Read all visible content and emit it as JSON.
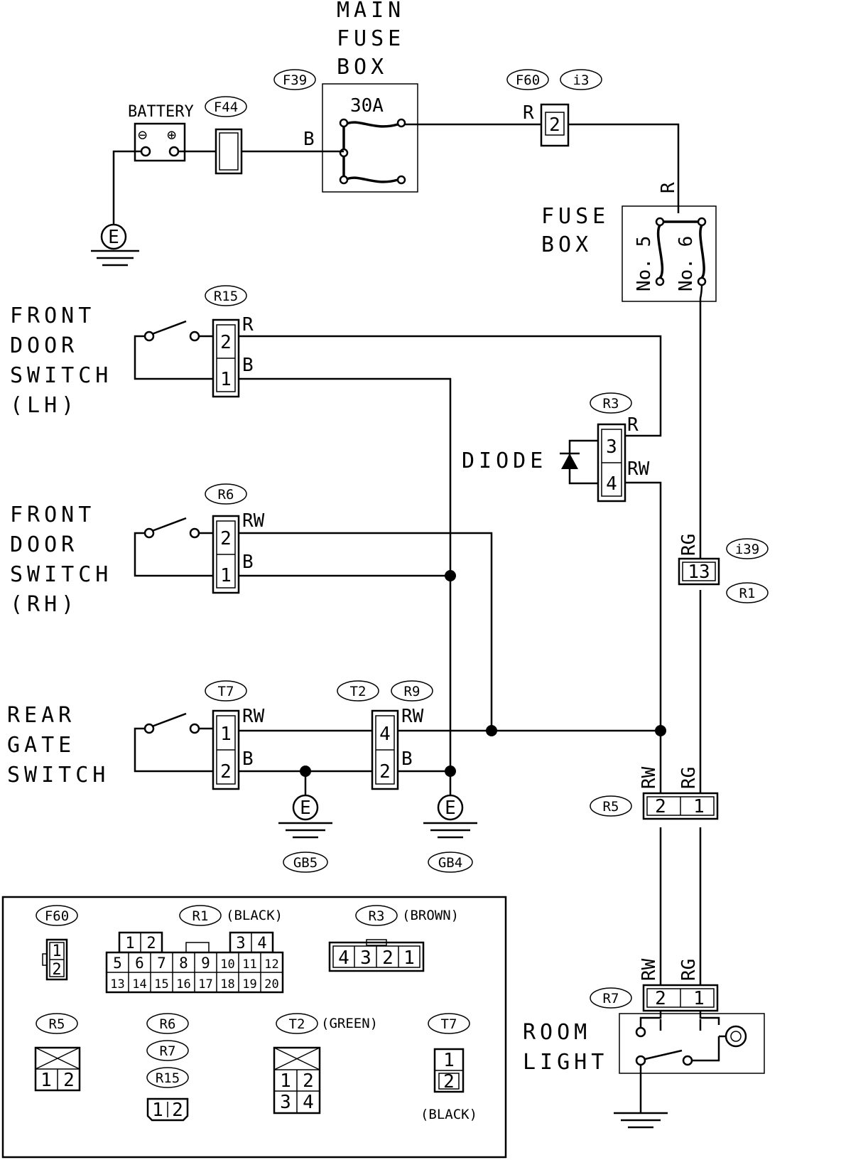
{
  "main_fuse_box": {
    "line1": "MAIN",
    "line2": "FUSE",
    "line3": "BOX",
    "rating": "30A",
    "connector": "F39"
  },
  "battery": {
    "label": "BATTERY",
    "minus": "⊖",
    "plus": "⊕",
    "connector": "F44"
  },
  "fuse_box": {
    "line1": "FUSE",
    "line2": "BOX",
    "fuse_a": "No. 5",
    "fuse_b": "No. 6"
  },
  "connectors": {
    "f60": "F60",
    "i3": "i3",
    "r15": "R15",
    "r3": "R3",
    "r6": "R6",
    "i39": "i39",
    "r1": "R1",
    "t7": "T7",
    "t2": "T2",
    "r9": "R9",
    "r5": "R5",
    "r7": "R7",
    "gb5": "GB5",
    "gb4": "GB4"
  },
  "ground": "E",
  "components": {
    "fdsw_lh": [
      "FRONT",
      "DOOR",
      "SWITCH",
      "(LH)"
    ],
    "fdsw_rh": [
      "FRONT",
      "DOOR",
      "SWITCH",
      "(RH)"
    ],
    "rear_gate": [
      "REAR",
      "GATE",
      "SWITCH"
    ],
    "diode": "DIODE",
    "room_light": [
      "ROOM",
      "LIGHT"
    ]
  },
  "wires": {
    "b": "B",
    "r": "R",
    "rw": "RW",
    "rg": "RG"
  },
  "pins": {
    "one": "1",
    "two": "2",
    "three": "3",
    "four": "4",
    "thirteen": "13"
  },
  "legend": {
    "f60": "F60",
    "r1": "R1",
    "r1_color": "(BLACK)",
    "r1_top": [
      "1",
      "2",
      "3",
      "4"
    ],
    "r1_row2": [
      "5",
      "6",
      "7",
      "8",
      "9",
      "10",
      "11",
      "12"
    ],
    "r1_row3": [
      "13",
      "14",
      "15",
      "16",
      "17",
      "18",
      "19",
      "20"
    ],
    "r3": "R3",
    "r3_color": "(BROWN)",
    "r3_pins": [
      "4",
      "3",
      "2",
      "1"
    ],
    "r5": "R5",
    "r6": "R6",
    "r7": "R7",
    "r15": "R15",
    "t2": "T2",
    "t2_color": "(GREEN)",
    "t7": "T7",
    "t7_color": "(BLACK)"
  }
}
